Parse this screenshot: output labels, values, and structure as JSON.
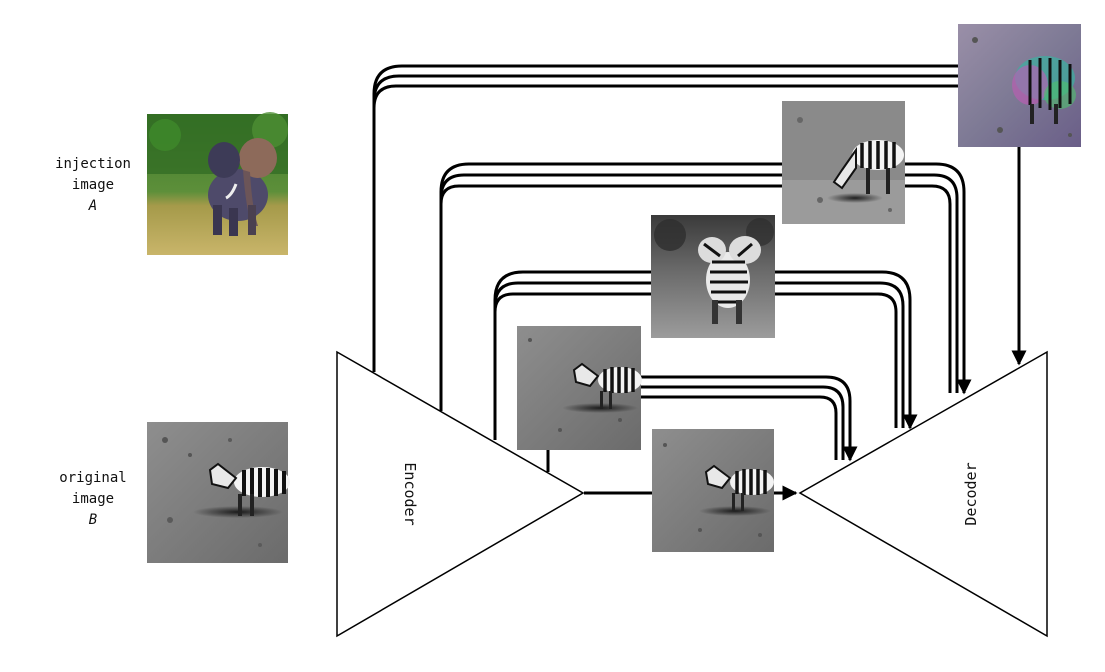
{
  "labels": {
    "injection": [
      "injection",
      "image",
      "A"
    ],
    "original": [
      "original",
      "image",
      "B"
    ],
    "encoder": "Encoder",
    "decoder": "Decoder"
  },
  "images": {
    "injection_image": "elephant-in-grassland",
    "original_image": "zebra-on-moon-surface",
    "feature_maps": [
      "zebra-on-ground-map",
      "elephant-zebra-grayscale-map",
      "zebra-on-ground-map",
      "zebra-colorful-map"
    ],
    "bottleneck_output": "zebra-on-ground-map"
  },
  "colors": {
    "stroke": "#000000",
    "background": "#ffffff"
  }
}
